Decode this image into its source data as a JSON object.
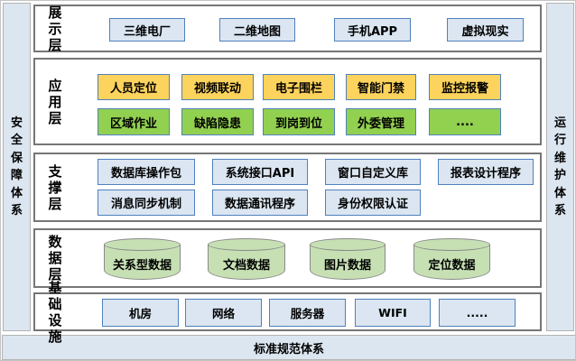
{
  "frame": {
    "left_label": "安全保障体系",
    "right_label": "运行维护体系",
    "bottom_label": "标准规范体系"
  },
  "colors": {
    "panel_blue": "#dce6f1",
    "box_blue_fill": "#dbe6f2",
    "box_blue_border": "#4f81bd",
    "yellow_fill": "#fcd35c",
    "green_fill": "#92d050",
    "cylinder_fill": "#c6e0b4",
    "cylinder_border": "#898989",
    "layer_border": "#767676"
  },
  "layers": {
    "display": {
      "name": "展示层",
      "boxes": [
        "三维电厂",
        "二维地图",
        "手机APP",
        "虚拟现实"
      ]
    },
    "application": {
      "name": "应用层",
      "yellow_row": [
        "人员定位",
        "视频联动",
        "电子围栏",
        "智能门禁",
        "监控报警"
      ],
      "green_row": [
        "区域作业",
        "缺陷隐患",
        "到岗到位",
        "外委管理",
        "...."
      ]
    },
    "support": {
      "name": "支撑层",
      "row1": [
        "数据库操作包",
        "系统接口API",
        "窗口自定义库",
        "报表设计程序"
      ],
      "row2": [
        "消息同步机制",
        "数据通讯程序",
        "身份权限认证"
      ]
    },
    "data": {
      "name": "数据层",
      "cylinders": [
        "关系型数据",
        "文档数据",
        "图片数据",
        "定位数据"
      ]
    },
    "infrastructure": {
      "name": "基础设施",
      "boxes": [
        "机房",
        "网络",
        "服务器",
        "WIFI",
        "....."
      ]
    }
  }
}
